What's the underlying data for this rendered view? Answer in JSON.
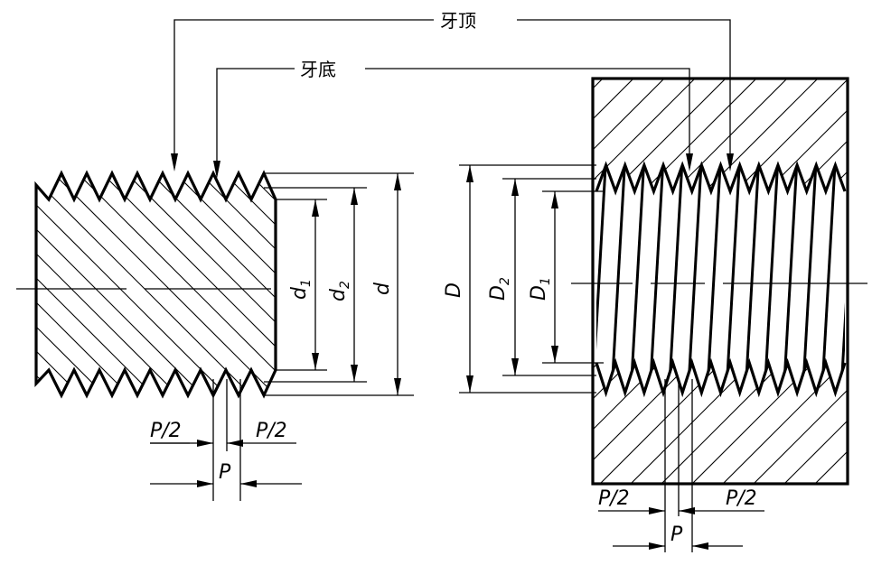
{
  "labels": {
    "crest": "牙顶",
    "root": "牙底",
    "external_minor": "d",
    "external_minor_sub": "1",
    "external_pitch": "d",
    "external_pitch_sub": "2",
    "external_major": "d",
    "internal_major": "D",
    "internal_pitch": "D",
    "internal_pitch_sub": "2",
    "internal_minor": "D",
    "internal_minor_sub": "1",
    "half_pitch": "P/2",
    "pitch": "P"
  }
}
